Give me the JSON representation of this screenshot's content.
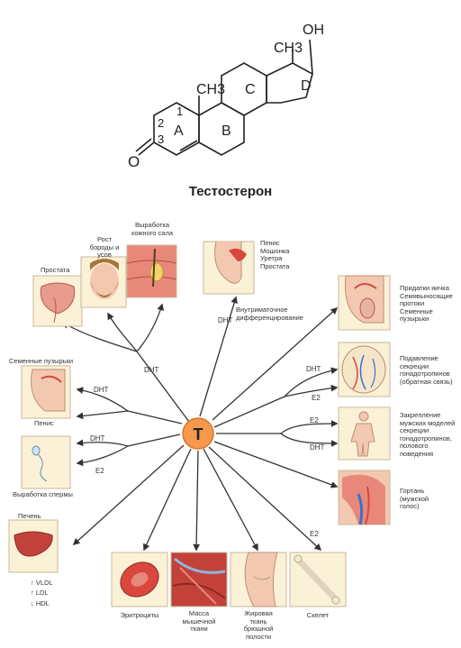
{
  "molecule": {
    "name": "Тестостерон",
    "oh": "OH",
    "ch3_top": "CH3",
    "ch3_left": "CH3",
    "ring_a": "A",
    "ring_b": "B",
    "ring_c": "C",
    "ring_d": "D",
    "num_1": "1",
    "num_2": "2",
    "num_3": "3",
    "oxygen": "O"
  },
  "hub": {
    "label": "T"
  },
  "flow": {
    "dht": "DHT",
    "e2": "E2"
  },
  "targets": {
    "prostate": "Простата",
    "beard": "Рост бороды и усов",
    "sebum": "Выработка кожного сала",
    "penis_group": "Пенис Мошонка Уретра Простата",
    "internal_diff": "Внутриматочное дифференцирование",
    "epididymis": "Придатки яичка Семявыносящие протоки Семенные пузырьки",
    "suppression": "Подавление секреции гонадотропинов (обратная связь)",
    "behavior": "Закрепление мужских моделей секреции гонадотропинов, полового поведения",
    "larynx": "Гортань (мужской голос)",
    "seminal": "Семенные пузырьки",
    "penis": "Пенис",
    "sperm": "Выработка спермы",
    "liver": "Печень",
    "vldl": "↑ VLDL",
    "ldl": "↑ LDL",
    "hdl": "↓ HDL",
    "rbc": "Эритроциты",
    "muscle": "Масса мышечной ткани",
    "fat": "Жировая ткань брюшной полости",
    "bone": "Скелет"
  },
  "colors": {
    "panel_bg": "#fbf1d6",
    "hub_fill": "#f59a4c",
    "skin": "#f2c9b0",
    "tissue_red": "#d9473f",
    "line": "#444444"
  }
}
